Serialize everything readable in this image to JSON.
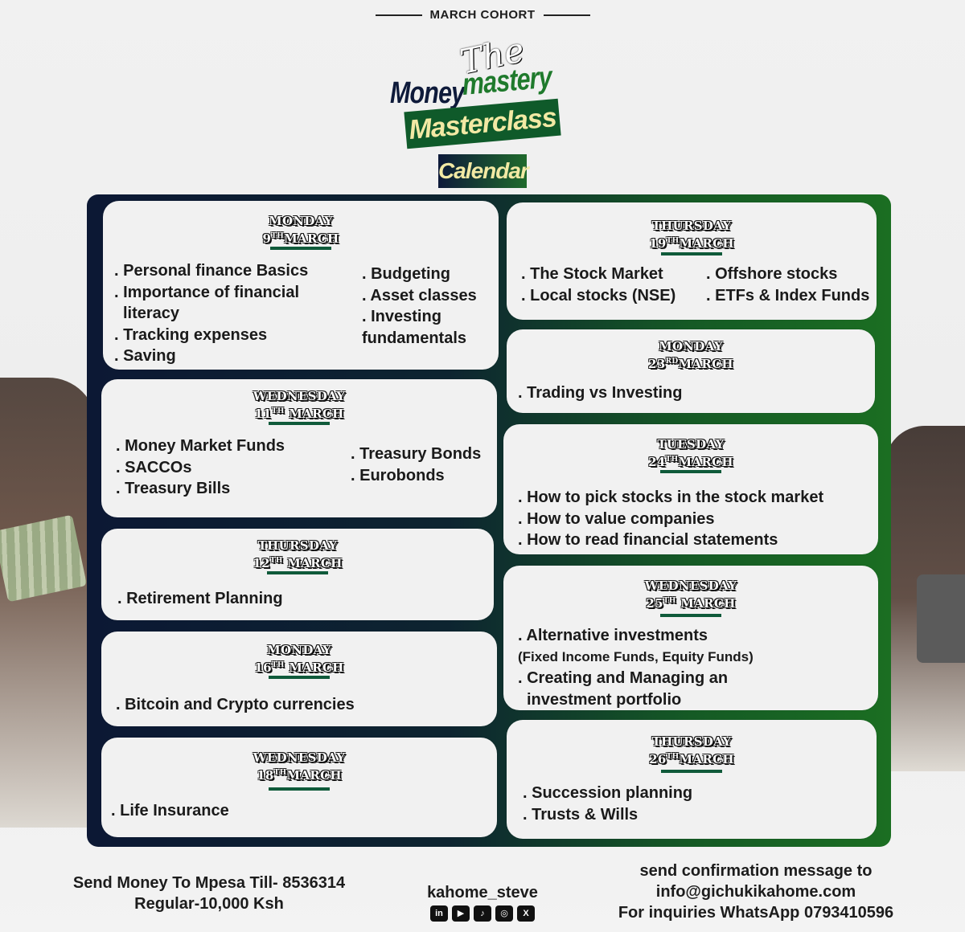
{
  "header": {
    "cohort": "MARCH COHORT",
    "logo_the": "The",
    "logo_money": "Money",
    "logo_mastery": "mastery",
    "logo_masterclass": "Masterclass",
    "calendar": "Calendar"
  },
  "sessions": [
    {
      "weekday": "MONDAY",
      "day": "9",
      "suffix": "TH",
      "month": "MARCH",
      "col1": [
        ". Personal finance Basics",
        ". Importance of financial",
        "literacy",
        ". Tracking expenses",
        ". Saving"
      ],
      "col2": [
        ". Budgeting",
        ". Asset classes",
        ". Investing",
        "fundamentals"
      ]
    },
    {
      "weekday": "WEDNESDAY",
      "day": "11",
      "suffix": "TH",
      "month": "MARCH",
      "col1": [
        ". Money Market Funds",
        ". SACCOs",
        ". Treasury Bills"
      ],
      "col2": [
        ". Treasury Bonds",
        ". Eurobonds"
      ]
    },
    {
      "weekday": "THURSDAY",
      "day": "12",
      "suffix": "TH",
      "month": "MARCH",
      "col1": [
        ". Retirement Planning"
      ]
    },
    {
      "weekday": "MONDAY",
      "day": "16",
      "suffix": "TH",
      "month": "MARCH",
      "col1": [
        ". Bitcoin and Crypto currencies"
      ]
    },
    {
      "weekday": "WEDNESDAY",
      "day": "18",
      "suffix": "TH",
      "month": "MARCH",
      "col1": [
        ". Life Insurance"
      ]
    },
    {
      "weekday": "THURSDAY",
      "day": "19",
      "suffix": "TH",
      "month": "MARCH",
      "col1": [
        ". The Stock Market",
        ". Local stocks (NSE)"
      ],
      "col2": [
        ". Offshore stocks",
        ". ETFs & Index Funds"
      ]
    },
    {
      "weekday": "MONDAY",
      "day": "23",
      "suffix": "RD",
      "month": "MARCH",
      "col1": [
        ". Trading vs Investing"
      ]
    },
    {
      "weekday": "TUESDAY",
      "day": "24",
      "suffix": "TH",
      "month": "MARCH",
      "col1": [
        ". How to pick stocks in the stock market",
        ". How to value companies",
        ". How to read financial statements"
      ]
    },
    {
      "weekday": "WEDNESDAY",
      "day": "25",
      "suffix": "TH",
      "month": "MARCH",
      "col1": [
        ". Alternative investments",
        "(Fixed Income Funds, Equity Funds)",
        ". Creating and Managing an",
        "investment portfolio"
      ]
    },
    {
      "weekday": "THURSDAY",
      "day": "26",
      "suffix": "TH",
      "month": "MARCH",
      "col1": [
        ". Succession planning",
        ". Trusts & Wills"
      ]
    }
  ],
  "footer": {
    "payment_line": "Send Money To Mpesa Till- 8536314",
    "price_line": "Regular-10,000 Ksh",
    "handle": "kahome_steve",
    "socials": [
      "in",
      "▶",
      "♪",
      "◎",
      "X"
    ],
    "confirm_line": "send confirmation message to",
    "email": "info@gichukikahome.com",
    "whatsapp_line": "For inquiries WhatsApp 0793410596"
  }
}
